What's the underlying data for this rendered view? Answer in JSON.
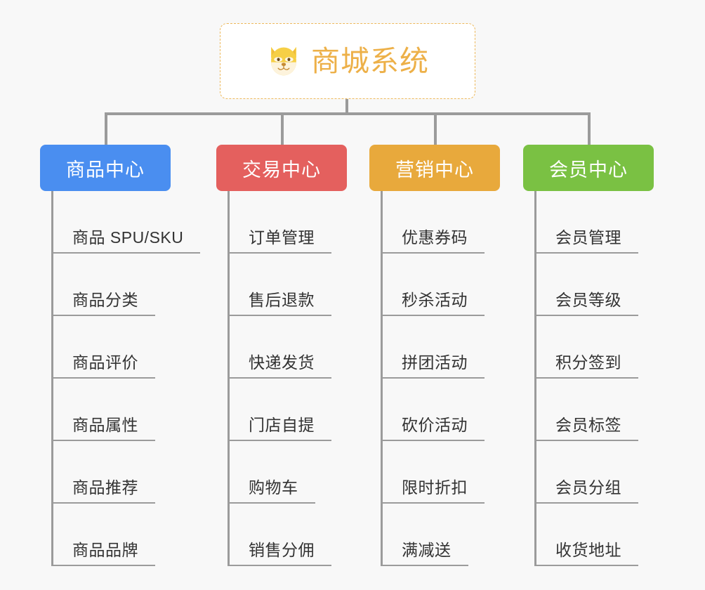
{
  "canvas": {
    "background": "#f8f8f8",
    "connector_color": "#9b9b9b"
  },
  "root": {
    "label": "商城系统",
    "icon": "shiba-dog-face-icon",
    "text_color": "#edb048",
    "border_color": "#edb85a",
    "fill": "#ffffff"
  },
  "branches": [
    {
      "id": "product-center",
      "label": "商品中心",
      "color": "#4a8ef0",
      "items": [
        {
          "label": "商品 SPU/SKU"
        },
        {
          "label": "商品分类"
        },
        {
          "label": "商品评价"
        },
        {
          "label": "商品属性"
        },
        {
          "label": "商品推荐"
        },
        {
          "label": "商品品牌"
        }
      ]
    },
    {
      "id": "trade-center",
      "label": "交易中心",
      "color": "#e4605e",
      "items": [
        {
          "label": "订单管理"
        },
        {
          "label": "售后退款"
        },
        {
          "label": "快递发货"
        },
        {
          "label": "门店自提"
        },
        {
          "label": "购物车"
        },
        {
          "label": "销售分佣"
        }
      ]
    },
    {
      "id": "marketing-center",
      "label": "营销中心",
      "color": "#e8a93c",
      "items": [
        {
          "label": "优惠券码"
        },
        {
          "label": "秒杀活动"
        },
        {
          "label": "拼团活动"
        },
        {
          "label": "砍价活动"
        },
        {
          "label": "限时折扣"
        },
        {
          "label": "满减送"
        }
      ]
    },
    {
      "id": "member-center",
      "label": "会员中心",
      "color": "#7ac143",
      "items": [
        {
          "label": "会员管理"
        },
        {
          "label": "会员等级"
        },
        {
          "label": "积分签到"
        },
        {
          "label": "会员标签"
        },
        {
          "label": "会员分组"
        },
        {
          "label": "收货地址"
        }
      ]
    }
  ]
}
